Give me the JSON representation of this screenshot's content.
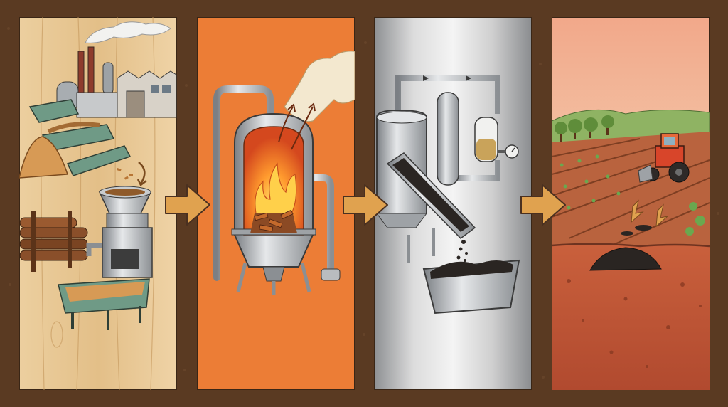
{
  "diagram": {
    "stages": [
      {
        "id": "feedstock-preparation",
        "depicts": [
          "wood-chips",
          "log-pile",
          "factory",
          "conveyor",
          "grinder"
        ],
        "background_color": "#e8c99a"
      },
      {
        "id": "pyrolysis",
        "depicts": [
          "reactor-vessel",
          "fire",
          "smoke"
        ],
        "background_color": "#e97a35"
      },
      {
        "id": "collection",
        "depicts": [
          "steel-tank",
          "condenser",
          "gauge",
          "chute",
          "biochar-bin"
        ],
        "background_color": "#c9c9c9"
      },
      {
        "id": "soil-application",
        "depicts": [
          "farm-field",
          "tractor",
          "trees",
          "biochar-in-soil"
        ],
        "background_color": "#d9714b"
      }
    ],
    "connectors": [
      {
        "from": "feedstock-preparation",
        "to": "pyrolysis",
        "icon": "arrow-right-icon"
      },
      {
        "from": "pyrolysis",
        "to": "collection",
        "icon": "arrow-right-icon"
      },
      {
        "from": "collection",
        "to": "soil-application",
        "icon": "arrow-right-icon"
      }
    ],
    "colors": {
      "frame": "#5a3a22",
      "arrow_fill": "#e0a24f",
      "arrow_stroke": "#4a3020",
      "biochar": "#2a2522",
      "metal": "#b9bcbf"
    }
  }
}
